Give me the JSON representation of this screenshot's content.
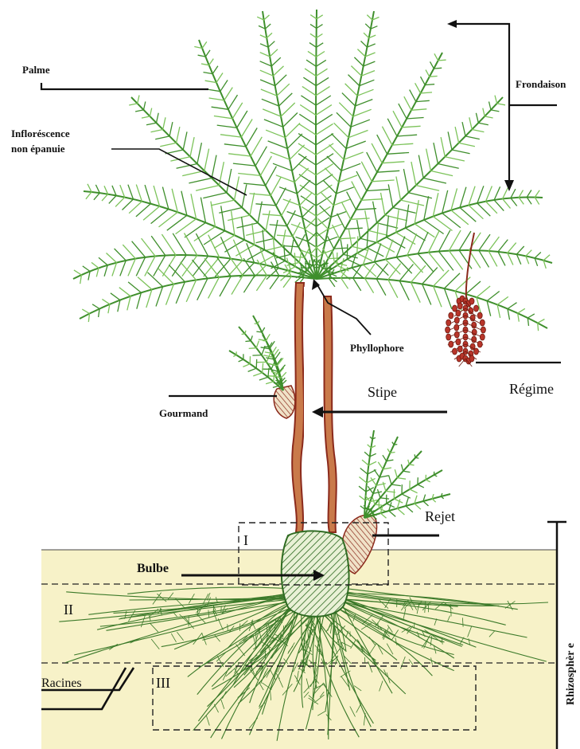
{
  "diagram": {
    "labels": {
      "palme": "Palme",
      "inflorescence_line1": "Infloréscence",
      "inflorescence_line2": "non épanuie",
      "frondaison": "Frondaison",
      "phyllophore": "Phyllophore",
      "regime": "Régime",
      "stipe": "Stipe",
      "gourmand": "Gourmand",
      "rejet": "Rejet",
      "bulbe": "Bulbe",
      "zone_1": "I",
      "zone_2": "II",
      "zone_3": "III",
      "racines": "Racines",
      "rhizosphere": "Rhizosphèr e"
    },
    "colors": {
      "soil": "#f7f2c8",
      "foliage": "#3f8f2c",
      "foliage_light": "#7cc35a",
      "trunk": "#8b2a1c",
      "roots": "#3c7a2a",
      "ink": "#111111"
    }
  }
}
